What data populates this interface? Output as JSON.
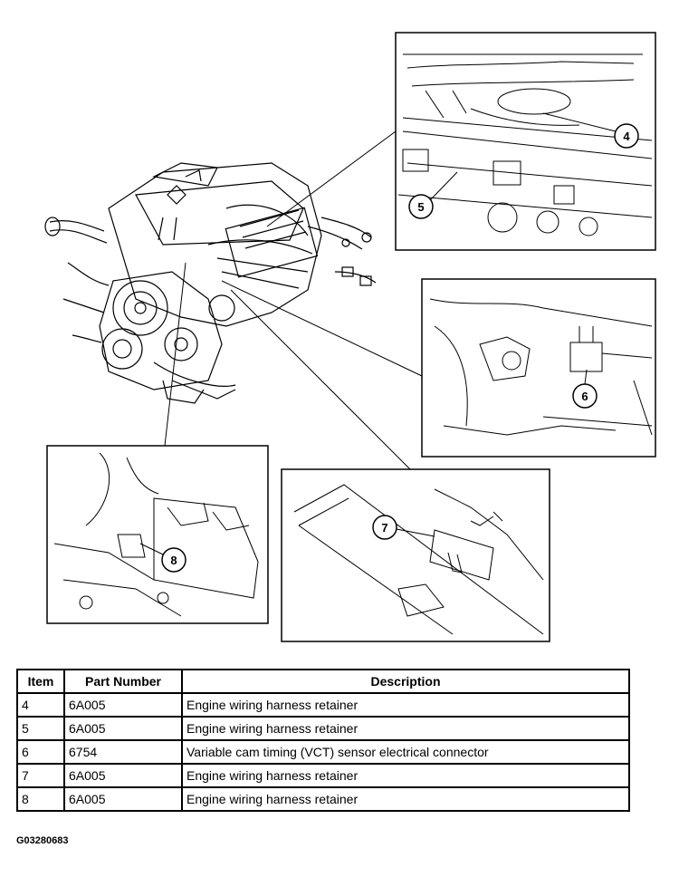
{
  "callouts": [
    "4",
    "5",
    "6",
    "7",
    "8"
  ],
  "table": {
    "headers": [
      "Item",
      "Part Number",
      "Description"
    ],
    "rows": [
      {
        "item": "4",
        "part": "6A005",
        "desc": "Engine wiring harness retainer"
      },
      {
        "item": "5",
        "part": "6A005",
        "desc": "Engine wiring harness retainer"
      },
      {
        "item": "6",
        "part": "6754",
        "desc": "Variable cam timing (VCT) sensor electrical connector"
      },
      {
        "item": "7",
        "part": "6A005",
        "desc": "Engine wiring harness retainer"
      },
      {
        "item": "8",
        "part": "6A005",
        "desc": "Engine wiring harness retainer"
      }
    ]
  },
  "figure_code": "G03280683"
}
